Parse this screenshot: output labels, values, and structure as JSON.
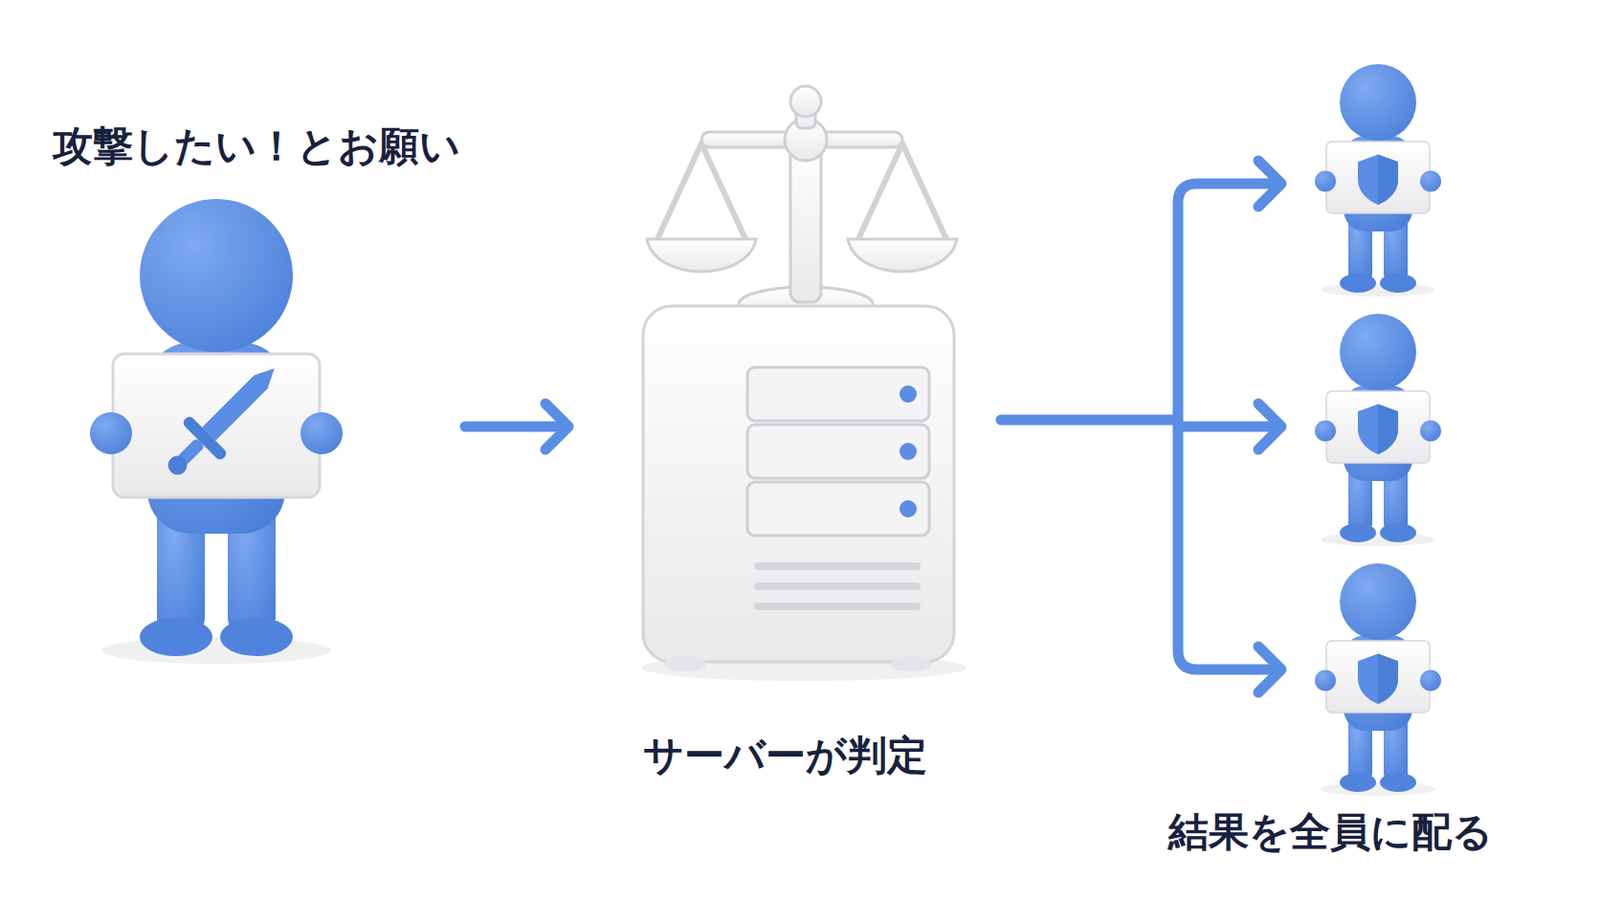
{
  "diagram": {
    "nodes": [
      {
        "text": [
          "攻撃したい！とお願い"
        ]
      },
      {
        "text": [
          "サーバーが判定"
        ]
      },
      {
        "text": [
          "結果を全員に配る"
        ]
      }
    ],
    "edges": [
      {
        "from": 0,
        "to": 1,
        "arrow": "to"
      },
      {
        "from": 1,
        "to": 2,
        "arrow": "to"
      }
    ]
  }
}
